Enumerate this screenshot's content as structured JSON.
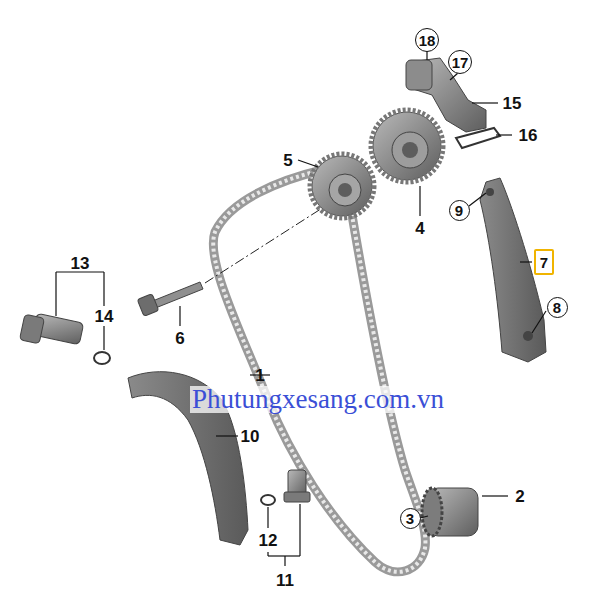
{
  "diagram": {
    "nodes": [
      {
        "text": [
          "18"
        ]
      },
      {
        "text": [
          "17"
        ]
      },
      {
        "text": [
          "9"
        ]
      },
      {
        "text": [
          "7"
        ]
      },
      {
        "text": [
          "8"
        ]
      },
      {
        "text": [
          "3"
        ]
      }
    ],
    "labels": [
      "15",
      "16",
      "5",
      "4",
      "13",
      "14",
      "6",
      "1",
      "10",
      "2",
      "12",
      "11",
      "Phutungxesang.com.vn"
    ]
  }
}
